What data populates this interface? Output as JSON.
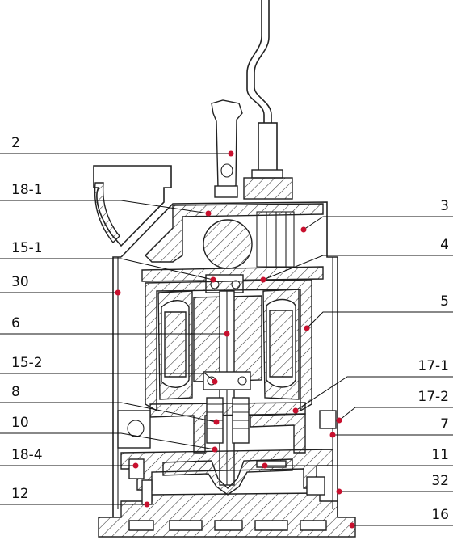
{
  "callouts": [
    {
      "id": "2",
      "label": "2"
    },
    {
      "id": "18-1",
      "label": "18-1"
    },
    {
      "id": "15-1",
      "label": "15-1"
    },
    {
      "id": "30",
      "label": "30"
    },
    {
      "id": "6",
      "label": "6"
    },
    {
      "id": "15-2",
      "label": "15-2"
    },
    {
      "id": "8",
      "label": "8"
    },
    {
      "id": "10",
      "label": "10"
    },
    {
      "id": "18-4",
      "label": "18-4"
    },
    {
      "id": "12",
      "label": "12"
    },
    {
      "id": "3",
      "label": "3"
    },
    {
      "id": "4",
      "label": "4"
    },
    {
      "id": "5",
      "label": "5"
    },
    {
      "id": "17-1",
      "label": "17-1"
    },
    {
      "id": "17-2",
      "label": "17-2"
    },
    {
      "id": "7",
      "label": "7"
    },
    {
      "id": "11",
      "label": "11"
    },
    {
      "id": "32",
      "label": "32"
    },
    {
      "id": "16",
      "label": "16"
    }
  ],
  "colors": {
    "marker": "#c8102e",
    "line": "#111111"
  }
}
